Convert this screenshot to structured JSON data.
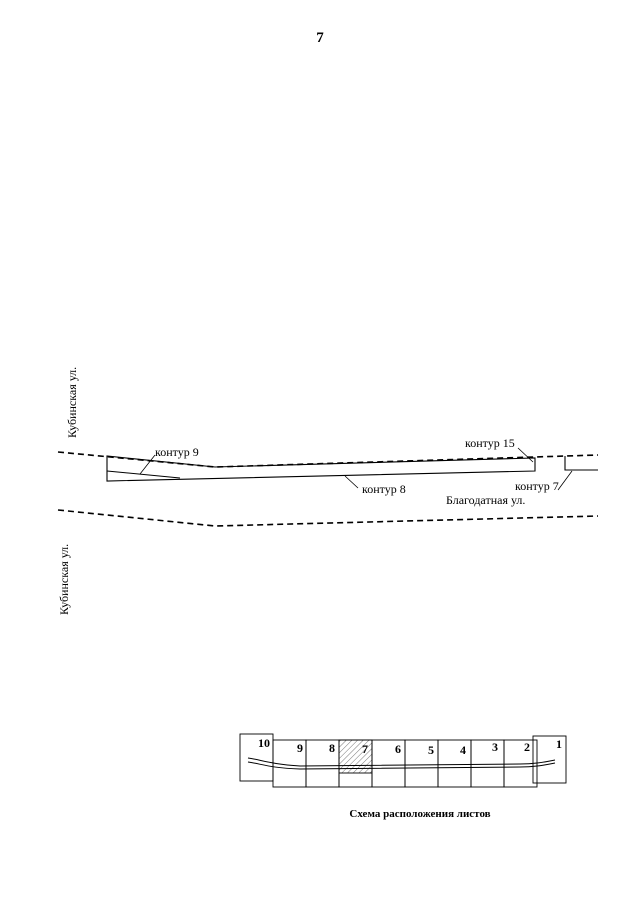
{
  "page": {
    "number": "7"
  },
  "streets": {
    "kubinskaya_top": "Кубинская ул.",
    "kubinskaya_bottom": "Кубинская ул.",
    "blagodatnaya": "Благодатная ул."
  },
  "contours": {
    "c9": "контур 9",
    "c8": "контур 8",
    "c15": "контур 15",
    "c7": "контур 7"
  },
  "sheet_layout": {
    "caption": "Схема расположения листов",
    "sheets": [
      "10",
      "9",
      "8",
      "7",
      "6",
      "5",
      "4",
      "3",
      "2",
      "1"
    ],
    "highlighted_sheet": "7"
  }
}
